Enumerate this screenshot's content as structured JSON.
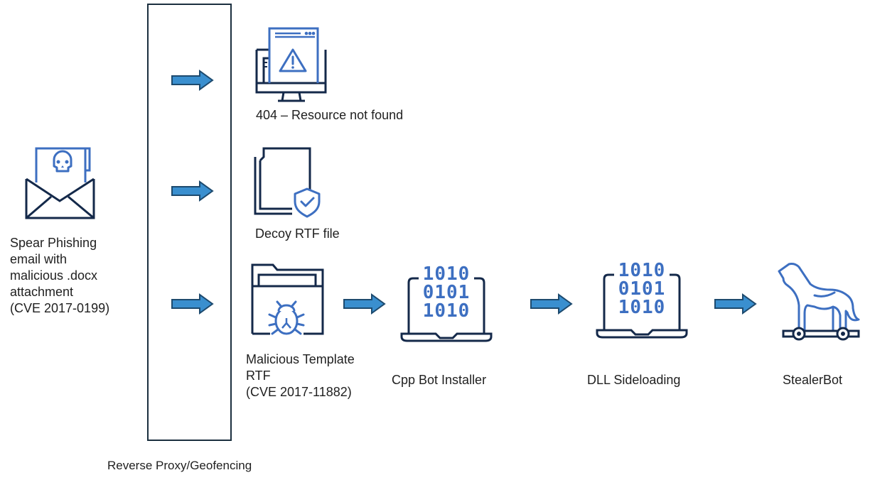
{
  "diagram": {
    "title": "StealerBot infection chain",
    "colors": {
      "icon_dark": "#14294a",
      "icon_accent": "#3d6fc1",
      "arrow_fill": "#3a8fcf",
      "arrow_stroke": "#1d4a6e",
      "box_border": "#1b2f3f"
    },
    "nodes": {
      "phishing": {
        "icon": "skull-email-icon",
        "label": "Spear Phishing\nemail with\nmalicious .docx\nattachment\n(CVE 2017-0199)"
      },
      "proxy": {
        "label": "Reverse Proxy/Geofencing"
      },
      "not_found": {
        "icon": "monitor-warning-icon",
        "label": "404 – Resource not found"
      },
      "decoy": {
        "icon": "document-shield-icon",
        "label": "Decoy RTF file"
      },
      "template": {
        "icon": "folder-bug-icon",
        "label": "Malicious Template\nRTF\n(CVE 2017-11882)"
      },
      "installer": {
        "icon": "laptop-binary-icon",
        "label": "Cpp Bot Installer",
        "binary": [
          "1010",
          "0101",
          "1010"
        ]
      },
      "sideloading": {
        "icon": "laptop-binary-icon",
        "label": "DLL Sideloading",
        "binary": [
          "1010",
          "0101",
          "1010"
        ]
      },
      "stealerbot": {
        "icon": "trojan-horse-icon",
        "label": "StealerBot"
      }
    },
    "edges": [
      {
        "from": "proxy",
        "to": "not_found"
      },
      {
        "from": "proxy",
        "to": "decoy"
      },
      {
        "from": "proxy",
        "to": "template"
      },
      {
        "from": "template",
        "to": "installer"
      },
      {
        "from": "installer",
        "to": "sideloading"
      },
      {
        "from": "sideloading",
        "to": "stealerbot"
      }
    ]
  }
}
